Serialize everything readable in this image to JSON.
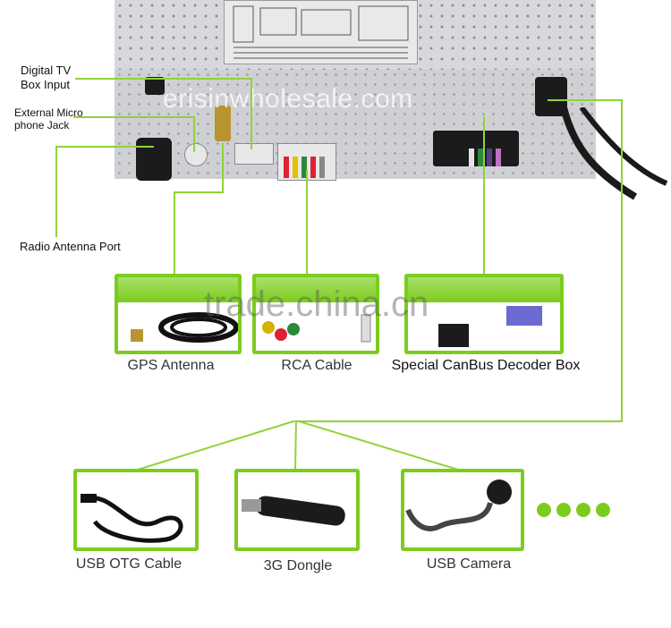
{
  "labels": {
    "digital_tv": [
      "Digital TV",
      "Box Input"
    ],
    "external_mic": [
      "External Micro",
      "phone Jack"
    ],
    "radio_antenna": "Radio Antenna Port"
  },
  "products_top": [
    {
      "name": "GPS Antenna"
    },
    {
      "name": "RCA Cable"
    },
    {
      "name": "Special CanBus Decoder Box"
    }
  ],
  "products_bottom": [
    {
      "name": "USB OTG Cable"
    },
    {
      "name": "3G Dongle"
    },
    {
      "name": "USB Camera"
    }
  ],
  "watermarks": {
    "top": "erisinwholesale.com",
    "middle": "trade.china.cn"
  },
  "colors": {
    "accent": "#7ccc1e"
  }
}
